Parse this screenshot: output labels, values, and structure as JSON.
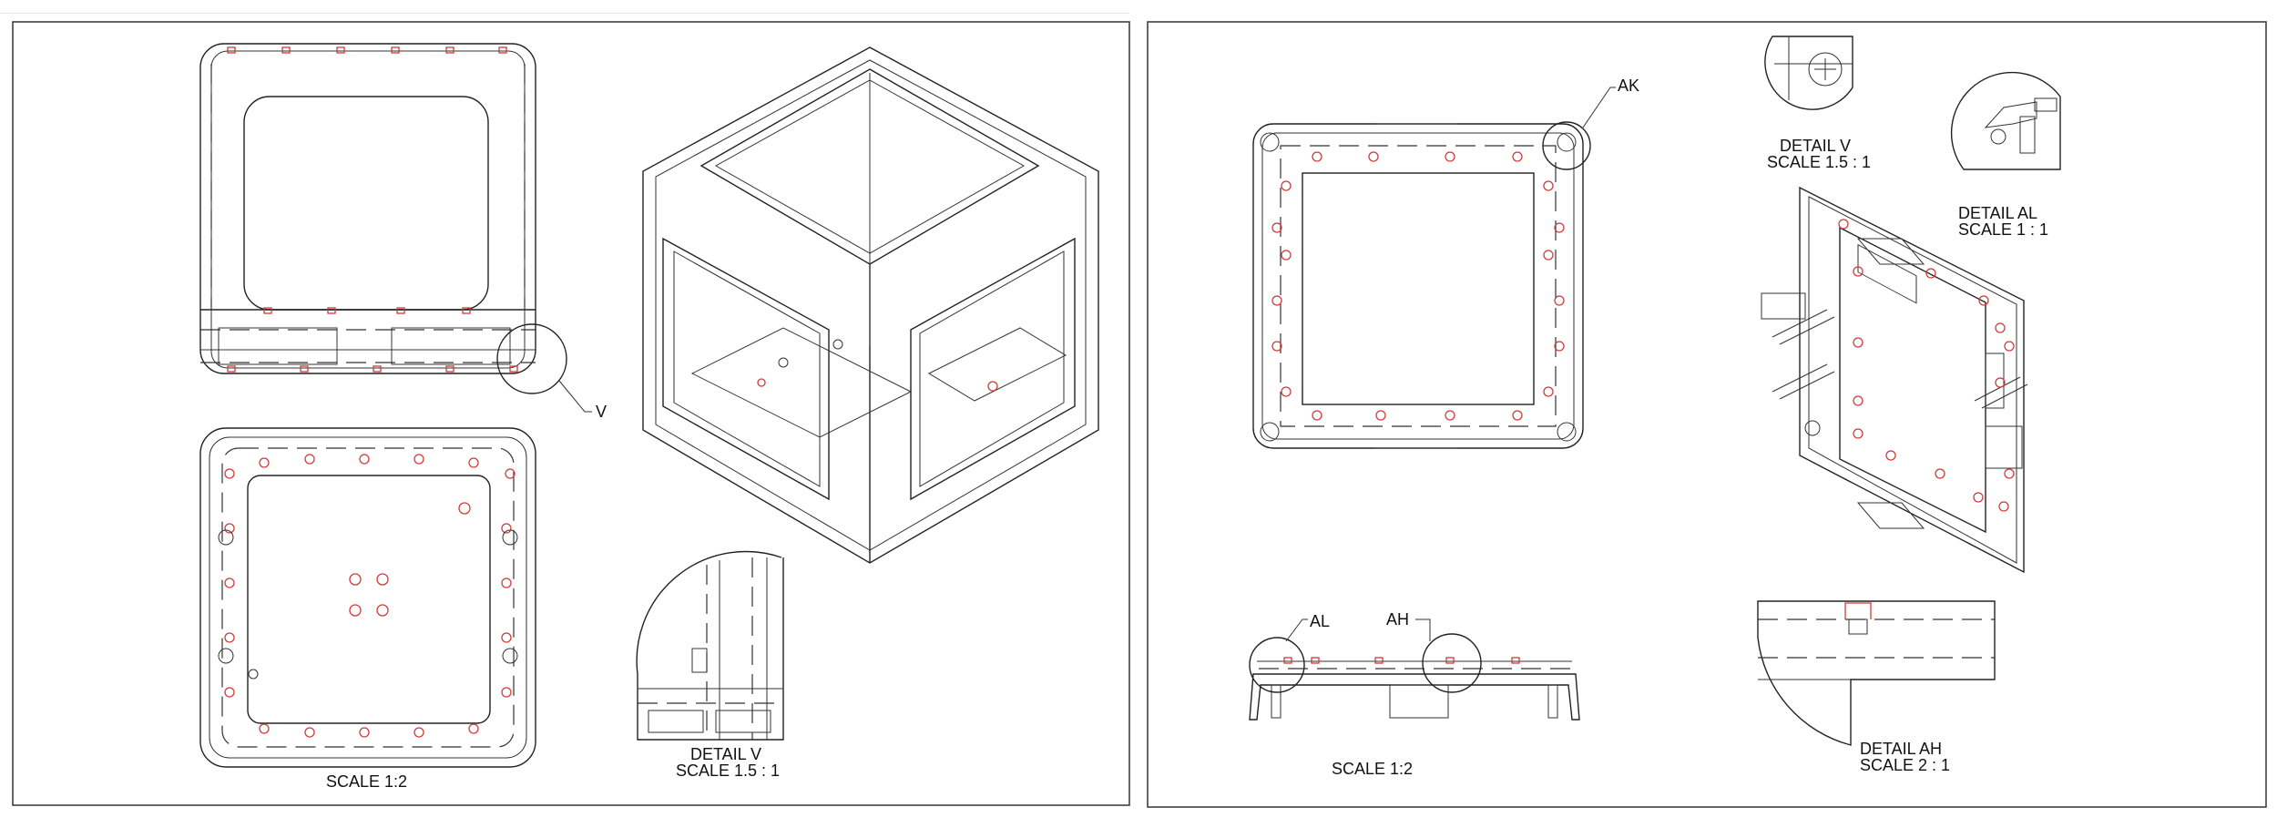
{
  "sheet_left": {
    "views": [
      {
        "caption_line1": "SCALE 1:2"
      },
      {
        "caption_line1": "DETAIL V",
        "caption_line2": "SCALE 1.5 : 1"
      }
    ],
    "callouts": [
      "V"
    ]
  },
  "sheet_right": {
    "views": [
      {
        "caption_line1": "DETAIL V",
        "caption_line2": "SCALE 1.5 : 1"
      },
      {
        "caption_line1": "DETAIL AL",
        "caption_line2": "SCALE 1 : 1"
      },
      {
        "caption_line1": "SCALE 1:2"
      },
      {
        "caption_line1": "DETAIL AH",
        "caption_line2": "SCALE 2 : 1"
      }
    ],
    "callouts": [
      "AK",
      "AL",
      "AH"
    ]
  },
  "colors": {
    "line": "#222222",
    "hole": "#d23a3a",
    "frame": "#333333"
  }
}
